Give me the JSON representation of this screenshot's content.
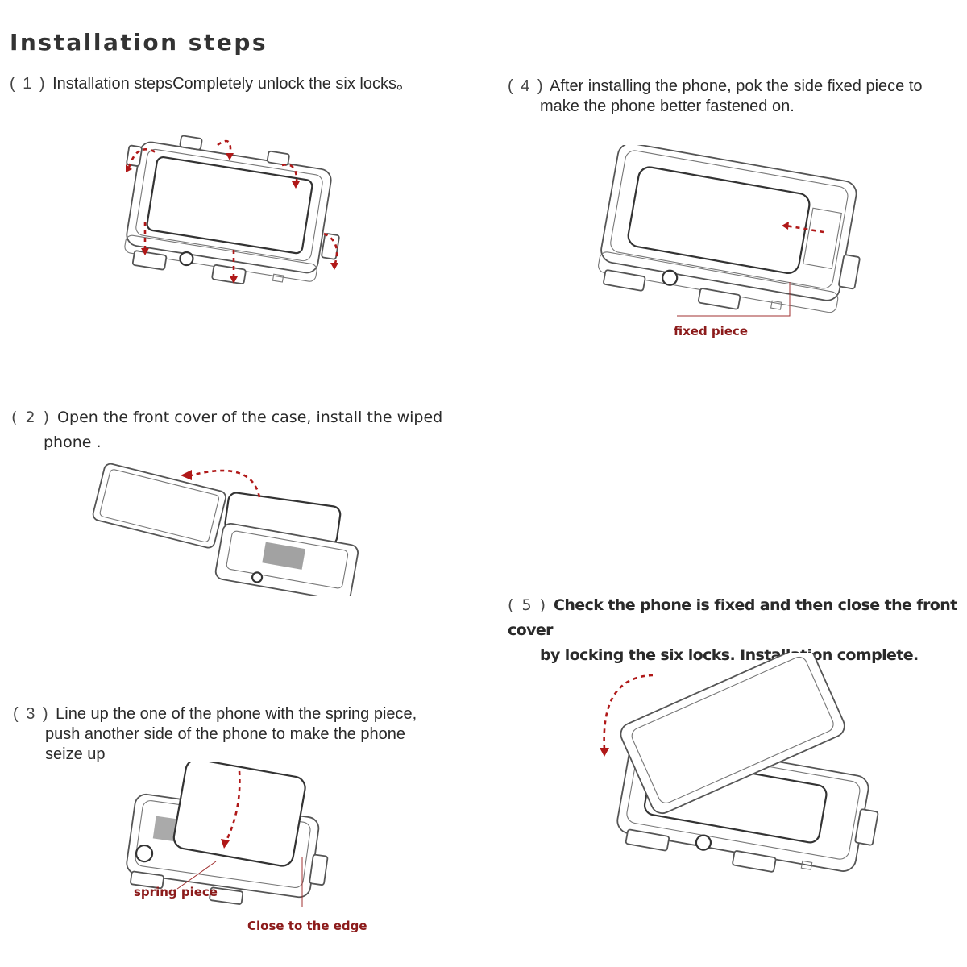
{
  "title": "Installation steps",
  "steps": [
    {
      "num": "( 1 )",
      "lines": [
        "Installation stepsCompletely unlock the six locks。"
      ]
    },
    {
      "num": "( 2 )",
      "lines": [
        "Open the front cover of the case, install the wiped",
        "phone ."
      ]
    },
    {
      "num": "( 3 )",
      "lines": [
        "Line up the one of the phone with the spring piece,",
        "push another side of the phone to make the phone",
        "seize up"
      ]
    },
    {
      "num": "( 4 )",
      "lines": [
        "After installing the phone, pok the side fixed piece to",
        "make the phone better fastened on."
      ]
    },
    {
      "num": "( 5 )",
      "lines": [
        "Check the phone is fixed and then close the front cover",
        "by locking the six locks. Installation complete."
      ]
    }
  ],
  "callouts": {
    "fixed_piece": "fixed piece",
    "spring_piece": "spring piece",
    "close_to_edge": "Close to the edge"
  },
  "colors": {
    "arrow": "#b01818",
    "callout": "#8c1b1b",
    "text": "#2a2a2a"
  }
}
